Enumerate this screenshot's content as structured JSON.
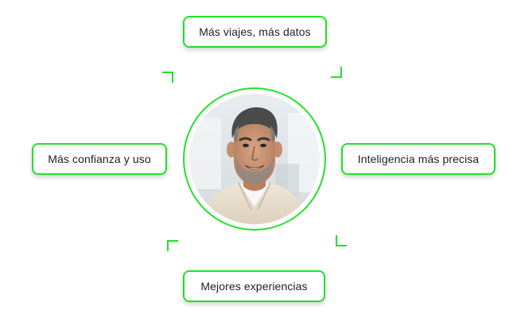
{
  "accent_color": "#22e02a",
  "labels": {
    "top": "Más viajes, más datos",
    "left": "Más confianza y uso",
    "right": "Inteligencia más precisa",
    "bottom": "Mejores experiencias"
  },
  "center_image": {
    "subject": "portrait-photo",
    "icon": "person-portrait-icon"
  }
}
